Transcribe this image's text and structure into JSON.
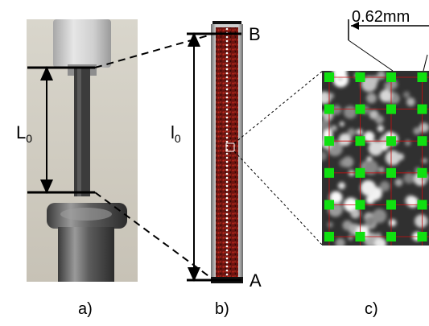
{
  "panel_a": {
    "label": "a)",
    "length_label_main": "L",
    "length_label_sub": "0"
  },
  "panel_b": {
    "label": "b)",
    "length_label_main": "l",
    "length_label_sub": "0",
    "top_point": "B",
    "bottom_point": "A"
  },
  "panel_c": {
    "label": "c)",
    "scale_label": "0.62mm",
    "grid_rows": 6,
    "grid_cols": 4
  },
  "colors": {
    "marker_green": "#10e010",
    "grid_red": "#c81010",
    "specimen_red": "#8a1a12"
  }
}
